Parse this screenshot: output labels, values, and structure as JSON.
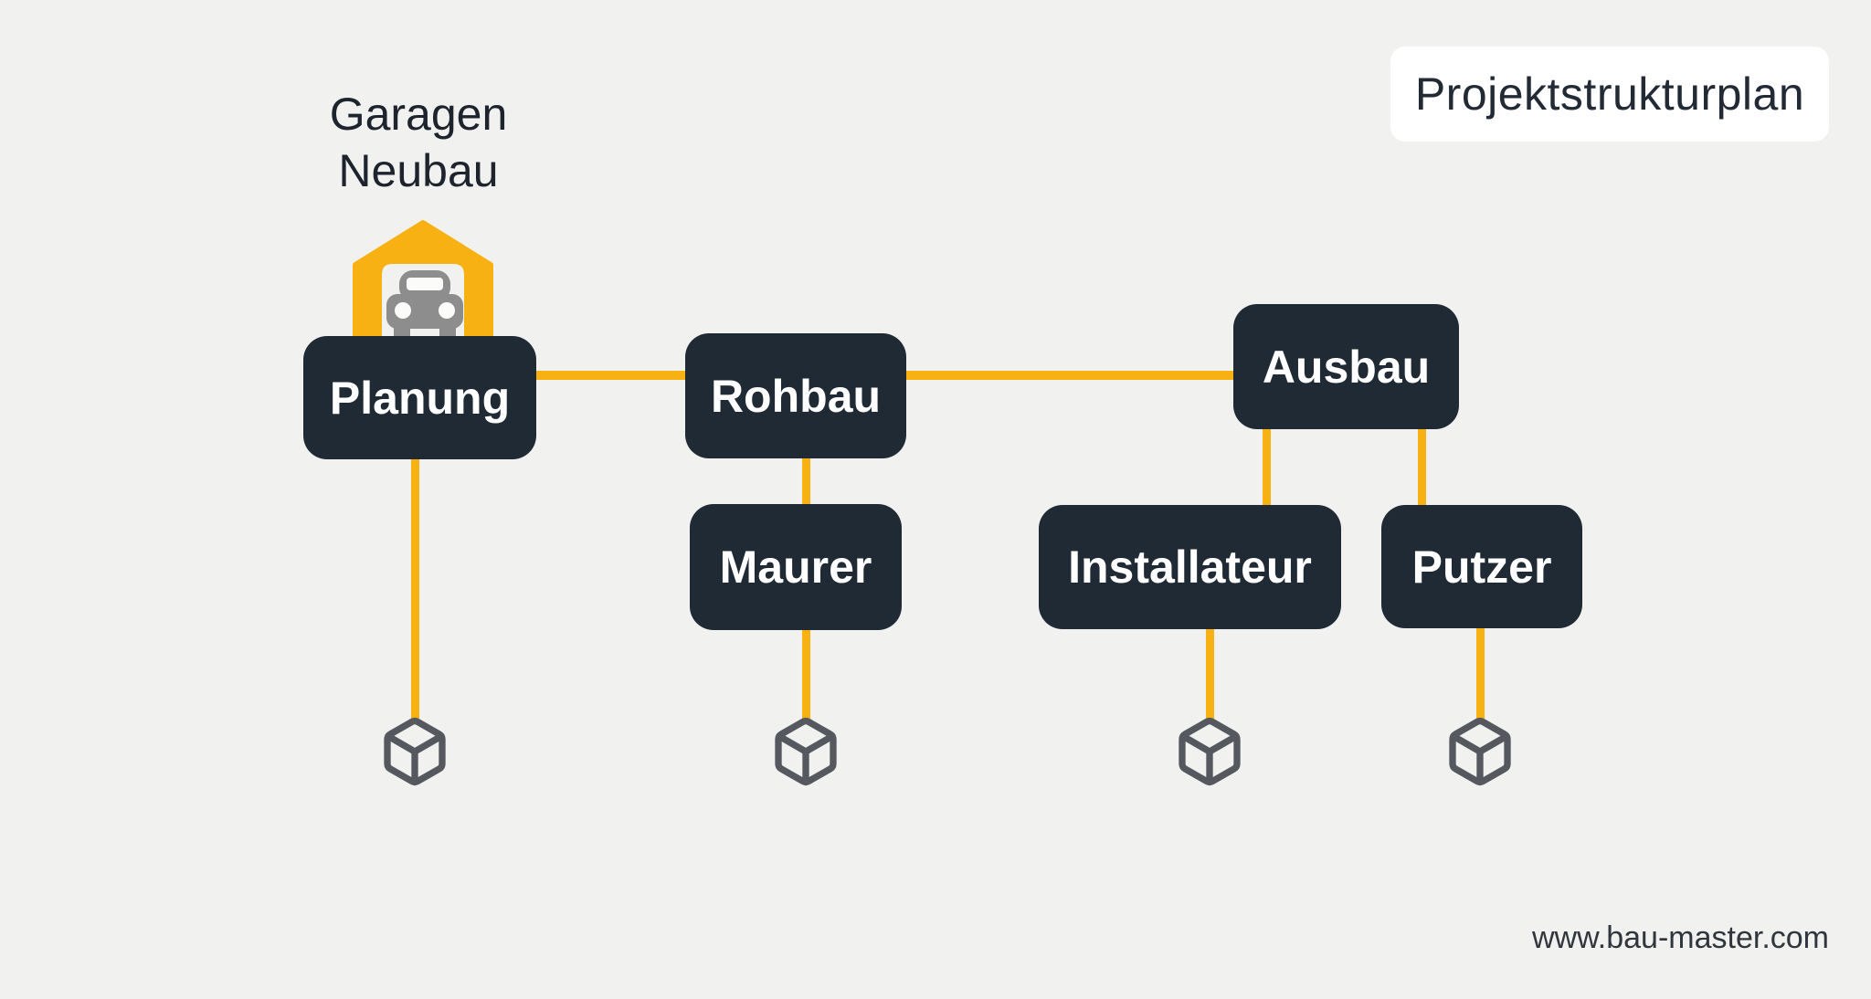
{
  "diagram_type": "project-structure-plan",
  "badge": {
    "label": "Projektstrukturplan"
  },
  "project": {
    "title": "Garagen\nNeubau",
    "icon": "garage-car-icon"
  },
  "nodes": [
    {
      "id": "planung",
      "label": "Planung",
      "level": 1
    },
    {
      "id": "rohbau",
      "label": "Rohbau",
      "level": 1
    },
    {
      "id": "ausbau",
      "label": "Ausbau",
      "level": 1
    },
    {
      "id": "maurer",
      "label": "Maurer",
      "level": 2,
      "parent": "rohbau"
    },
    {
      "id": "installateur",
      "label": "Installateur",
      "level": 2,
      "parent": "ausbau"
    },
    {
      "id": "putzer",
      "label": "Putzer",
      "level": 2,
      "parent": "ausbau"
    }
  ],
  "connectors": [
    {
      "from": "planung",
      "to": "rohbau"
    },
    {
      "from": "rohbau",
      "to": "ausbau"
    },
    {
      "from": "rohbau",
      "to": "maurer"
    },
    {
      "from": "ausbau",
      "to": "installateur"
    },
    {
      "from": "ausbau",
      "to": "putzer"
    },
    {
      "from": "planung",
      "to": "deliverable-cube"
    },
    {
      "from": "maurer",
      "to": "deliverable-cube"
    },
    {
      "from": "installateur",
      "to": "deliverable-cube"
    },
    {
      "from": "putzer",
      "to": "deliverable-cube"
    }
  ],
  "icons": {
    "deliverable": "package-cube-icon",
    "project": "garage-car-icon"
  },
  "colors": {
    "background": "#f1f1ef",
    "accent_orange": "#f8b112",
    "node_dark": "#202a35",
    "text_dark": "#222a35",
    "cube_gray": "#55585e",
    "car_gray": "#8d8d8d",
    "badge_white": "#ffffff"
  },
  "footer": {
    "url": "www.bau-master.com"
  }
}
